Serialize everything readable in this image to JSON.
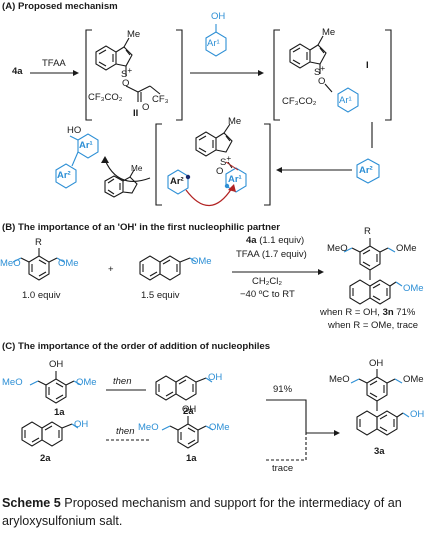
{
  "section_a": {
    "title": "(A) Proposed mechanism",
    "reactant": "4a",
    "reagent": "TFAA",
    "int2_label": "II",
    "int1_label": "I",
    "methyl": "Me",
    "s_plus": "S",
    "cf3co2": "CF₃CO₂",
    "cf3": "CF₃",
    "oh": "OH",
    "ar1": "Ar¹",
    "ar2": "Ar²",
    "ho": "HO",
    "o": "O"
  },
  "section_b": {
    "title": "(B) The importance of an 'OH' in the first nucleophilic partner",
    "r_group": "R",
    "meo": "MeO",
    "ome": "OMe",
    "plus": "+",
    "eq1": "1.0 equiv",
    "eq2": "1.5 equiv",
    "cond1_bold": "4a",
    "cond1_rest": " (1.1 equiv)",
    "cond2": "TFAA (1.7 equiv)",
    "cond3": "CH₂Cl₂",
    "cond4": "−40 ºC to RT",
    "result1_pre": "when R = OH, ",
    "result1_cmpd": "3n",
    "result1_yield": " 71%",
    "result2": "when R = OMe, trace"
  },
  "section_c": {
    "title": "(C) The importance of the order of addition of nucleophiles",
    "oh": "OH",
    "meo": "MeO",
    "ome": "OMe",
    "then": "then",
    "cmpd_1a": "1a",
    "cmpd_2a": "2a",
    "cmpd_3a": "3a",
    "yield": "91%",
    "trace": "trace"
  },
  "caption": {
    "label": "Scheme 5",
    "text": " Proposed mechanism and support for the intermediacy of an aryloxysulfonium salt."
  }
}
